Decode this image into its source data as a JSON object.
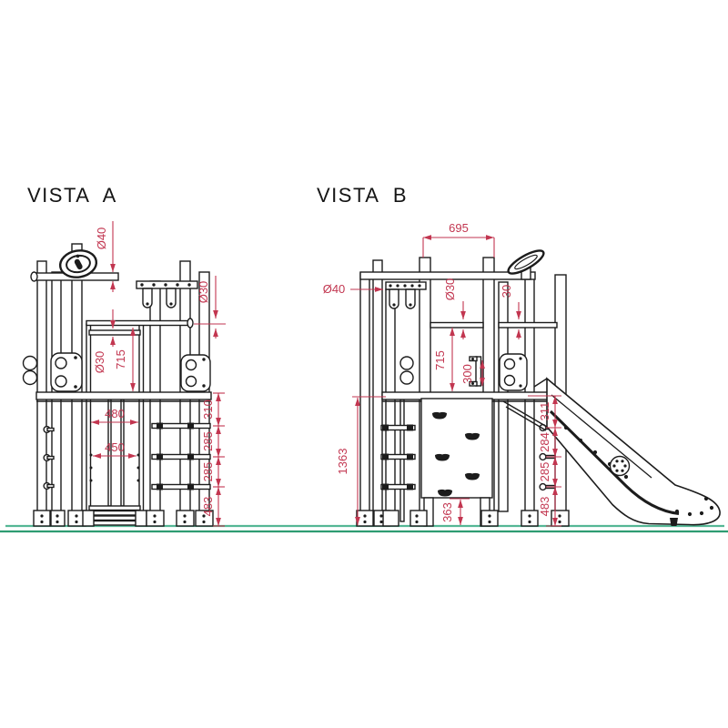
{
  "colors": {
    "line": "#1c1c1c",
    "dimension": "#c23650",
    "ground_top": "#55b795",
    "ground_bottom": "#2e9c72",
    "background": "#ffffff"
  },
  "vista_a": {
    "title": "VISTA A",
    "dims": {
      "dia_top_bar": "Ø40",
      "dia_top_rung": "Ø30",
      "dia_mid_rung": "Ø30",
      "rail_to_deck": "715",
      "width_outer": "480",
      "width_inner": "450",
      "seg_1": "310",
      "seg_2": "285",
      "seg_3": "285",
      "seg_4": "483"
    }
  },
  "vista_b": {
    "title": "VISTA B",
    "dims": {
      "top_width": "695",
      "dia_bar": "Ø40",
      "dia_rail": "Ø30",
      "board": "30",
      "rail_to_deck": "715",
      "handle": "300",
      "deck_height": "1363",
      "panel_gap": "363",
      "seg_1": "311",
      "seg_2": "284",
      "seg_3": "285",
      "seg_4": "483"
    }
  }
}
